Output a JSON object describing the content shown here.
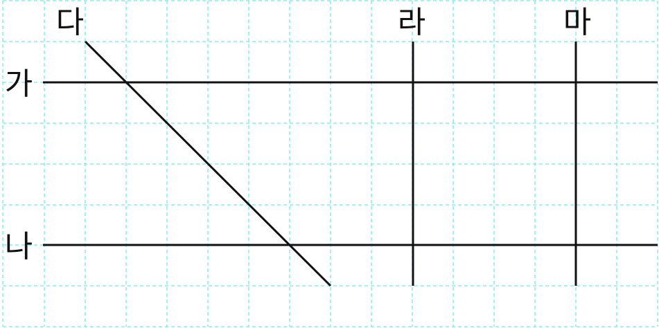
{
  "labels": {
    "ga": "가",
    "na": "나",
    "da": "다",
    "ra": "라",
    "ma": "마"
  },
  "colors": {
    "grid": "#6fe9ef",
    "line": "#111111",
    "background": "#ffffff"
  }
}
